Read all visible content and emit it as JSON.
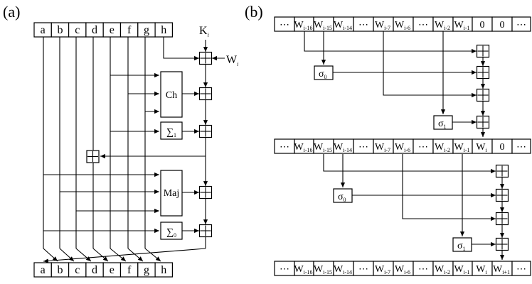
{
  "panel_a": {
    "label": "(a)",
    "registers": [
      "a",
      "b",
      "c",
      "d",
      "e",
      "f",
      "g",
      "h"
    ],
    "inputs": {
      "k": "K",
      "w": "W",
      "idx": "i"
    },
    "functions": {
      "ch": "Ch",
      "maj": "Maj",
      "sigma1": "∑",
      "sigma1_sub": "1",
      "sigma0": "∑",
      "sigma0_sub": "0"
    }
  },
  "panel_b": {
    "label": "(b)",
    "ellipsis": "⋯",
    "row1": [
      {
        "m": "⋯"
      },
      {
        "m": "W",
        "s": "i-16"
      },
      {
        "m": "W",
        "s": "i-15"
      },
      {
        "m": "W",
        "s": "i-14"
      },
      {
        "m": "⋯"
      },
      {
        "m": "W",
        "s": "i-7"
      },
      {
        "m": "W",
        "s": "i-6"
      },
      {
        "m": "⋯"
      },
      {
        "m": "W",
        "s": "i-2"
      },
      {
        "m": "W",
        "s": "i-1"
      },
      {
        "m": "0"
      },
      {
        "m": "0"
      },
      {
        "m": "⋯"
      }
    ],
    "row2": [
      {
        "m": "⋯"
      },
      {
        "m": "W",
        "s": "i-16"
      },
      {
        "m": "W",
        "s": "i-15"
      },
      {
        "m": "W",
        "s": "i-14"
      },
      {
        "m": "⋯"
      },
      {
        "m": "W",
        "s": "i-7"
      },
      {
        "m": "W",
        "s": "i-6"
      },
      {
        "m": "⋯"
      },
      {
        "m": "W",
        "s": "i-2"
      },
      {
        "m": "W",
        "s": "i-1"
      },
      {
        "m": "W",
        "s": "i"
      },
      {
        "m": "0"
      },
      {
        "m": "⋯"
      }
    ],
    "row3": [
      {
        "m": "⋯"
      },
      {
        "m": "W",
        "s": "i-16"
      },
      {
        "m": "W",
        "s": "i-15"
      },
      {
        "m": "W",
        "s": "i-14"
      },
      {
        "m": "⋯"
      },
      {
        "m": "W",
        "s": "i-7"
      },
      {
        "m": "W",
        "s": "i-6"
      },
      {
        "m": "⋯"
      },
      {
        "m": "W",
        "s": "i-2"
      },
      {
        "m": "W",
        "s": "i-1"
      },
      {
        "m": "W",
        "s": "i"
      },
      {
        "m": "W",
        "s": "i+1"
      },
      {
        "m": "⋯"
      }
    ],
    "sigma": {
      "m": "σ",
      "s0": "0",
      "s1": "1"
    }
  }
}
